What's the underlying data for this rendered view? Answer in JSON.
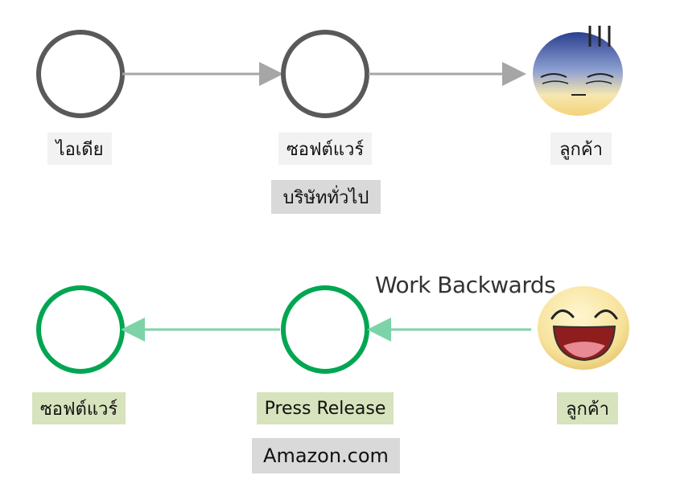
{
  "top_flow": {
    "nodes": [
      "ไอเดีย",
      "ซอฟต์แวร์",
      "ลูกค้า"
    ],
    "sub_label": "บริษัททั่วไป"
  },
  "bottom_flow": {
    "nodes": [
      "ซอฟต์แวร์",
      "Press Release",
      "ลูกค้า"
    ],
    "sub_label": "Amazon.com",
    "annotation": "Work Backwards"
  },
  "colors": {
    "top_circle": "#595959",
    "top_arrow": "#a6a6a6",
    "bottom_circle": "#00a651",
    "bottom_arrow": "#7dd3a8"
  },
  "icons": {
    "sad_customer": "sad-face-icon",
    "happy_customer": "happy-face-icon"
  }
}
